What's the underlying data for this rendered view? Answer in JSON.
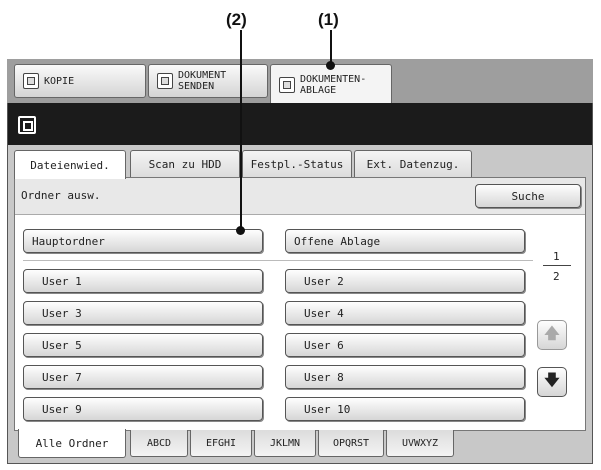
{
  "callouts": {
    "one": "(1)",
    "two": "(2)"
  },
  "mode_tabs": [
    {
      "line1": "KOPIE",
      "line2": ""
    },
    {
      "line1": "DOKUMENT",
      "line2": "SENDEN"
    },
    {
      "line1": "DOKUMENTEN-",
      "line2": "ABLAGE"
    }
  ],
  "func_tabs": [
    "Dateienwied.",
    "Scan zu HDD",
    "Festpl.-Status",
    "Ext. Datenzug."
  ],
  "header": {
    "label": "Ordner ausw.",
    "search_button": "Suche"
  },
  "top_folders": {
    "main": "Hauptordner",
    "open": "Offene Ablage"
  },
  "users": [
    "User 1",
    "User 2",
    "User 3",
    "User 4",
    "User 5",
    "User 6",
    "User 7",
    "User 8",
    "User 9",
    "User 10"
  ],
  "pager": {
    "current": "1",
    "total": "2"
  },
  "index_tabs": [
    "Alle Ordner",
    "ABCD",
    "EFGHI",
    "JKLMN",
    "OPQRST",
    "UVWXYZ"
  ]
}
